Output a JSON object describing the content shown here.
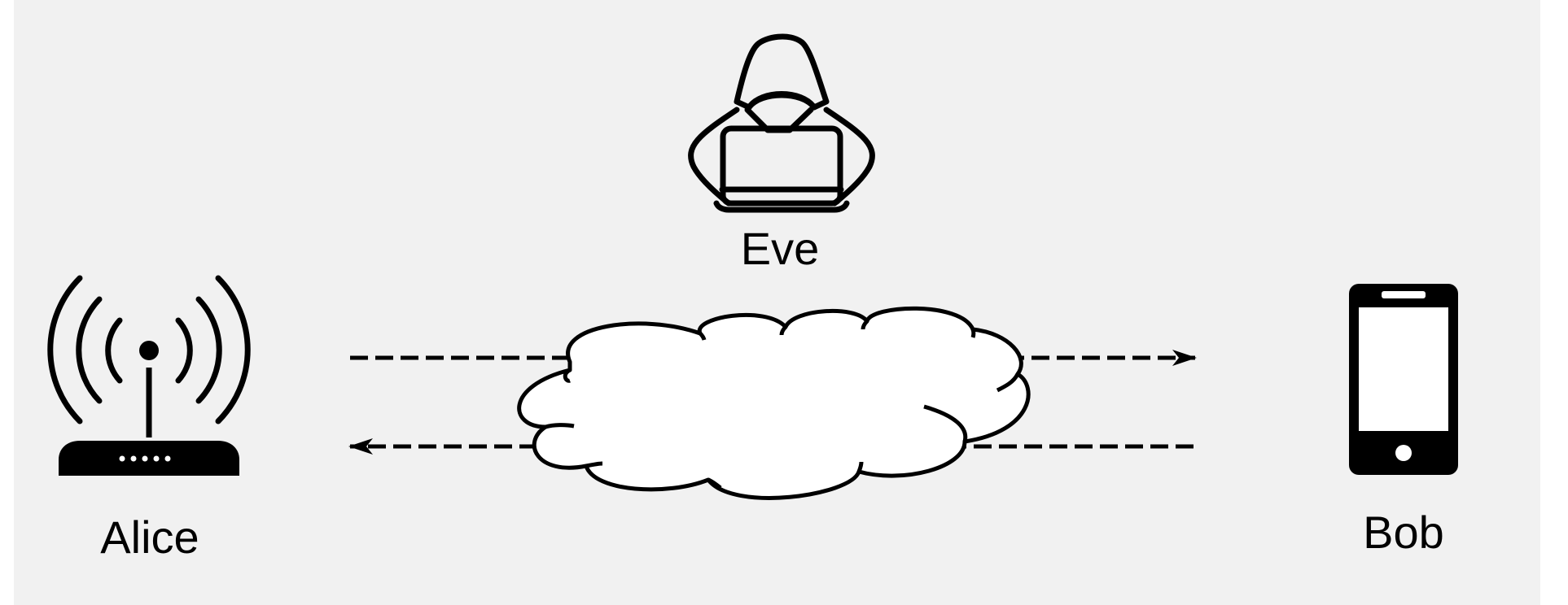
{
  "colors": {
    "background": "#ffffff",
    "panel": "#f1f1f1",
    "stroke": "#000000",
    "cloud_fill": "#ffffff"
  },
  "nodes": {
    "alice": {
      "label": "Alice",
      "icon": "wifi-router-icon"
    },
    "bob": {
      "label": "Bob",
      "icon": "smartphone-icon"
    },
    "eve": {
      "label": "Eve",
      "icon": "hooded-hacker-laptop-icon"
    },
    "network": {
      "icon": "cloud-icon"
    }
  },
  "edges": [
    {
      "from": "alice",
      "to": "bob",
      "style": "dashed",
      "direction": "forward"
    },
    {
      "from": "bob",
      "to": "alice",
      "style": "dashed",
      "direction": "forward"
    }
  ]
}
